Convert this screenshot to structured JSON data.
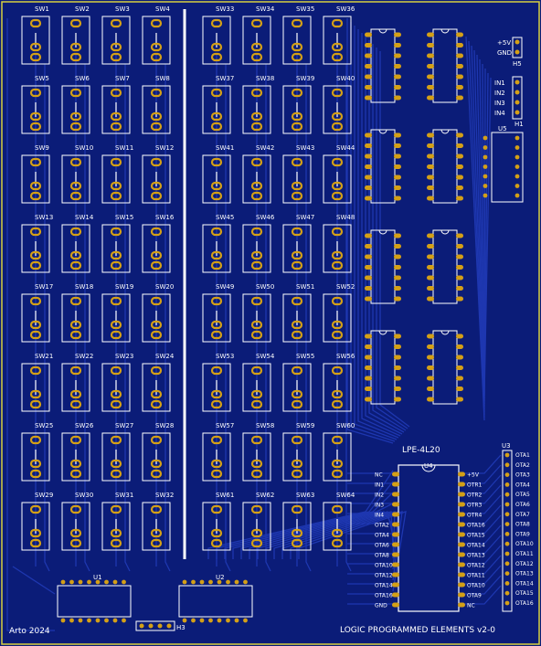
{
  "board": {
    "title": "LOGIC PROGRAMMED ELEMENTS v2-0",
    "author": "Arto 2024",
    "part": "LPE-4L20"
  },
  "switch_labels": [
    "SW1",
    "SW2",
    "SW3",
    "SW4",
    "SW33",
    "SW34",
    "SW35",
    "SW36",
    "SW5",
    "SW6",
    "SW7",
    "SW8",
    "SW37",
    "SW38",
    "SW39",
    "SW40",
    "SW9",
    "SW10",
    "SW11",
    "SW12",
    "SW41",
    "SW42",
    "SW43",
    "SW44",
    "SW13",
    "SW14",
    "SW15",
    "SW16",
    "SW45",
    "SW46",
    "SW47",
    "SW48",
    "SW17",
    "SW18",
    "SW19",
    "SW20",
    "SW49",
    "SW50",
    "SW51",
    "SW52",
    "SW21",
    "SW22",
    "SW23",
    "SW24",
    "SW53",
    "SW54",
    "SW55",
    "SW56",
    "SW25",
    "SW26",
    "SW27",
    "SW28",
    "SW57",
    "SW58",
    "SW59",
    "SW60",
    "SW29",
    "SW30",
    "SW31",
    "SW32",
    "SW61",
    "SW62",
    "SW63",
    "SW64"
  ],
  "headers": {
    "h5": {
      "name": "H5",
      "pins": [
        "+5V",
        "GND"
      ]
    },
    "h1": {
      "name": "H1",
      "pins": [
        "IN1",
        "IN2",
        "IN3",
        "IN4"
      ]
    },
    "h3": {
      "name": "H3"
    },
    "u5": {
      "name": "U5"
    },
    "u3": {
      "name": "U3",
      "pins": [
        "OTA1",
        "OTA2",
        "OTA3",
        "OTA4",
        "OTA5",
        "OTA6",
        "OTA7",
        "OTA8",
        "OTA9",
        "OTA10",
        "OTA11",
        "OTA12",
        "OTA13",
        "OTA14",
        "OTA15",
        "OTA16"
      ]
    }
  },
  "u4": {
    "name": "U4",
    "left_pins": [
      "NC",
      "IN1",
      "IN2",
      "IN3",
      "IN4",
      "OTA2",
      "OTA4",
      "OTA6",
      "OTA8",
      "OTA10",
      "OTA12",
      "OTA14",
      "OTA16",
      "GND"
    ],
    "right_pins": [
      "+5V",
      "OTR1",
      "OTR2",
      "OTR3",
      "OTR4",
      "OTA16",
      "OTA15",
      "OTA14",
      "OTA13",
      "OTA12",
      "OTA11",
      "OTA10",
      "OTA9",
      "NC"
    ]
  },
  "ics": {
    "u1": "U1",
    "u2": "U2"
  }
}
